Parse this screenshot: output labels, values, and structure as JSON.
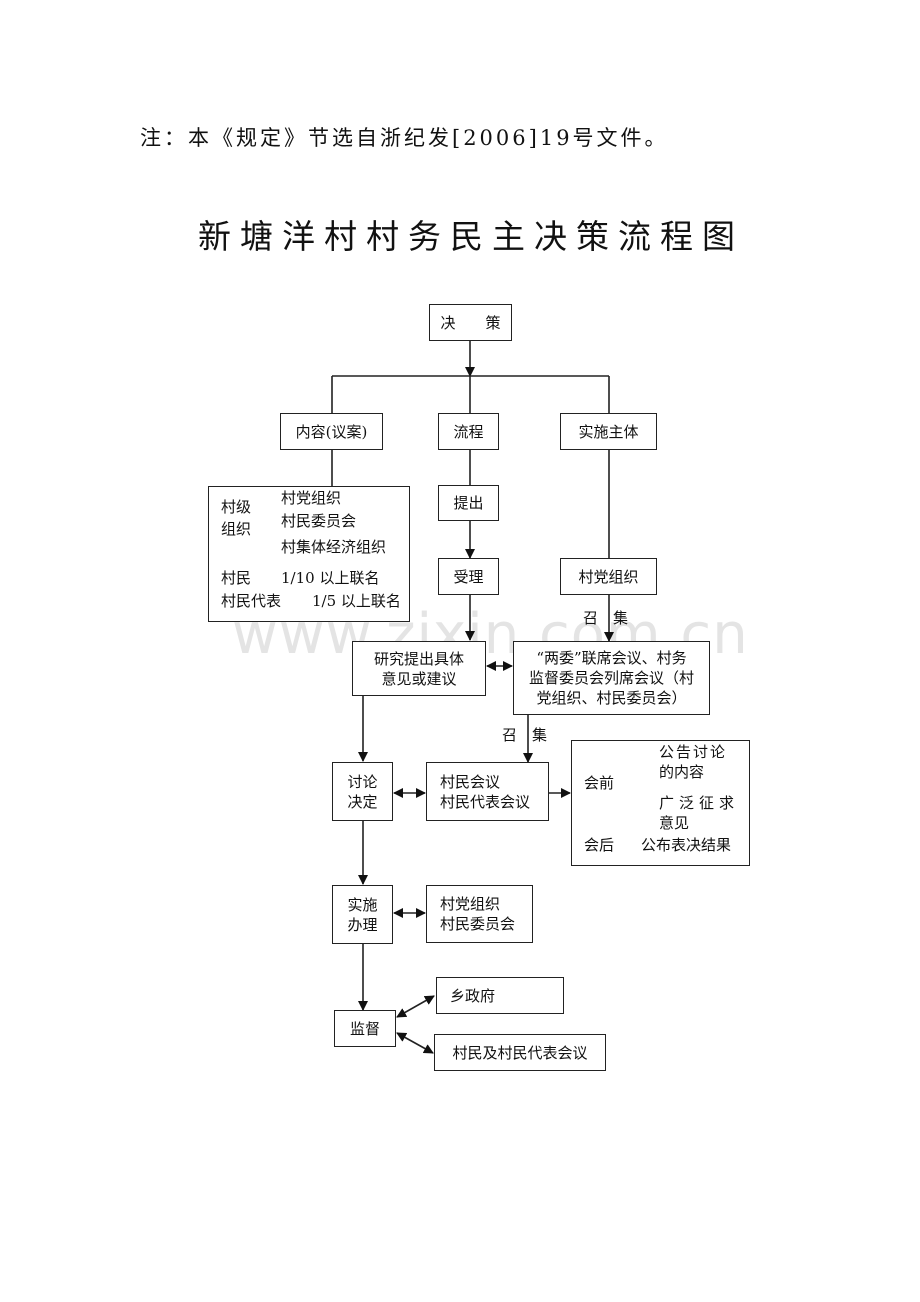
{
  "note": "注：本《规定》节选自浙纪发[2006]19号文件。",
  "title": "新塘洋村村务民主决策流程图",
  "watermark": "www.zixin.com.cn",
  "nodes": {
    "decision": "决　　策",
    "content": "内容(议案)",
    "process": "流程",
    "subject": "实施主体",
    "village_orgs": {
      "group_label_1": "村级",
      "group_label_2": "组织",
      "items": [
        "村党组织",
        "村民委员会",
        "村集体经济组织"
      ],
      "villagers_label": "村民",
      "villagers_value": "1/10 以上联名",
      "reps_label": "村民代表",
      "reps_value": "1/5 以上联名"
    },
    "propose": "提出",
    "accept": "受理",
    "party_org": "村党组织",
    "convene_1": "召　集",
    "study_line1": "研究提出具体",
    "study_line2": "意见或建议",
    "joint_line1": "“两委”联席会议、村务",
    "joint_line2": "监督委员会列席会议（村",
    "joint_line3": "党组织、村民委员会）",
    "convene_2": "召　集",
    "discuss_line1": "讨论",
    "discuss_line2": "决定",
    "meeting_line1": "村民会议",
    "meeting_line2": "村民代表会议",
    "publicity": {
      "before": "会前",
      "before_item1_line1": "公告讨论",
      "before_item1_line2": "的内容",
      "before_item2_line1": "广泛征求",
      "before_item2_line2": "意见",
      "after": "会后",
      "after_item": "公布表决结果"
    },
    "implement_line1": "实施",
    "implement_line2": "办理",
    "executors_line1": "村党组织",
    "executors_line2": "村民委员会",
    "supervise": "监督",
    "township": "乡政府",
    "villager_assembly": "村民及村民代表会议"
  }
}
